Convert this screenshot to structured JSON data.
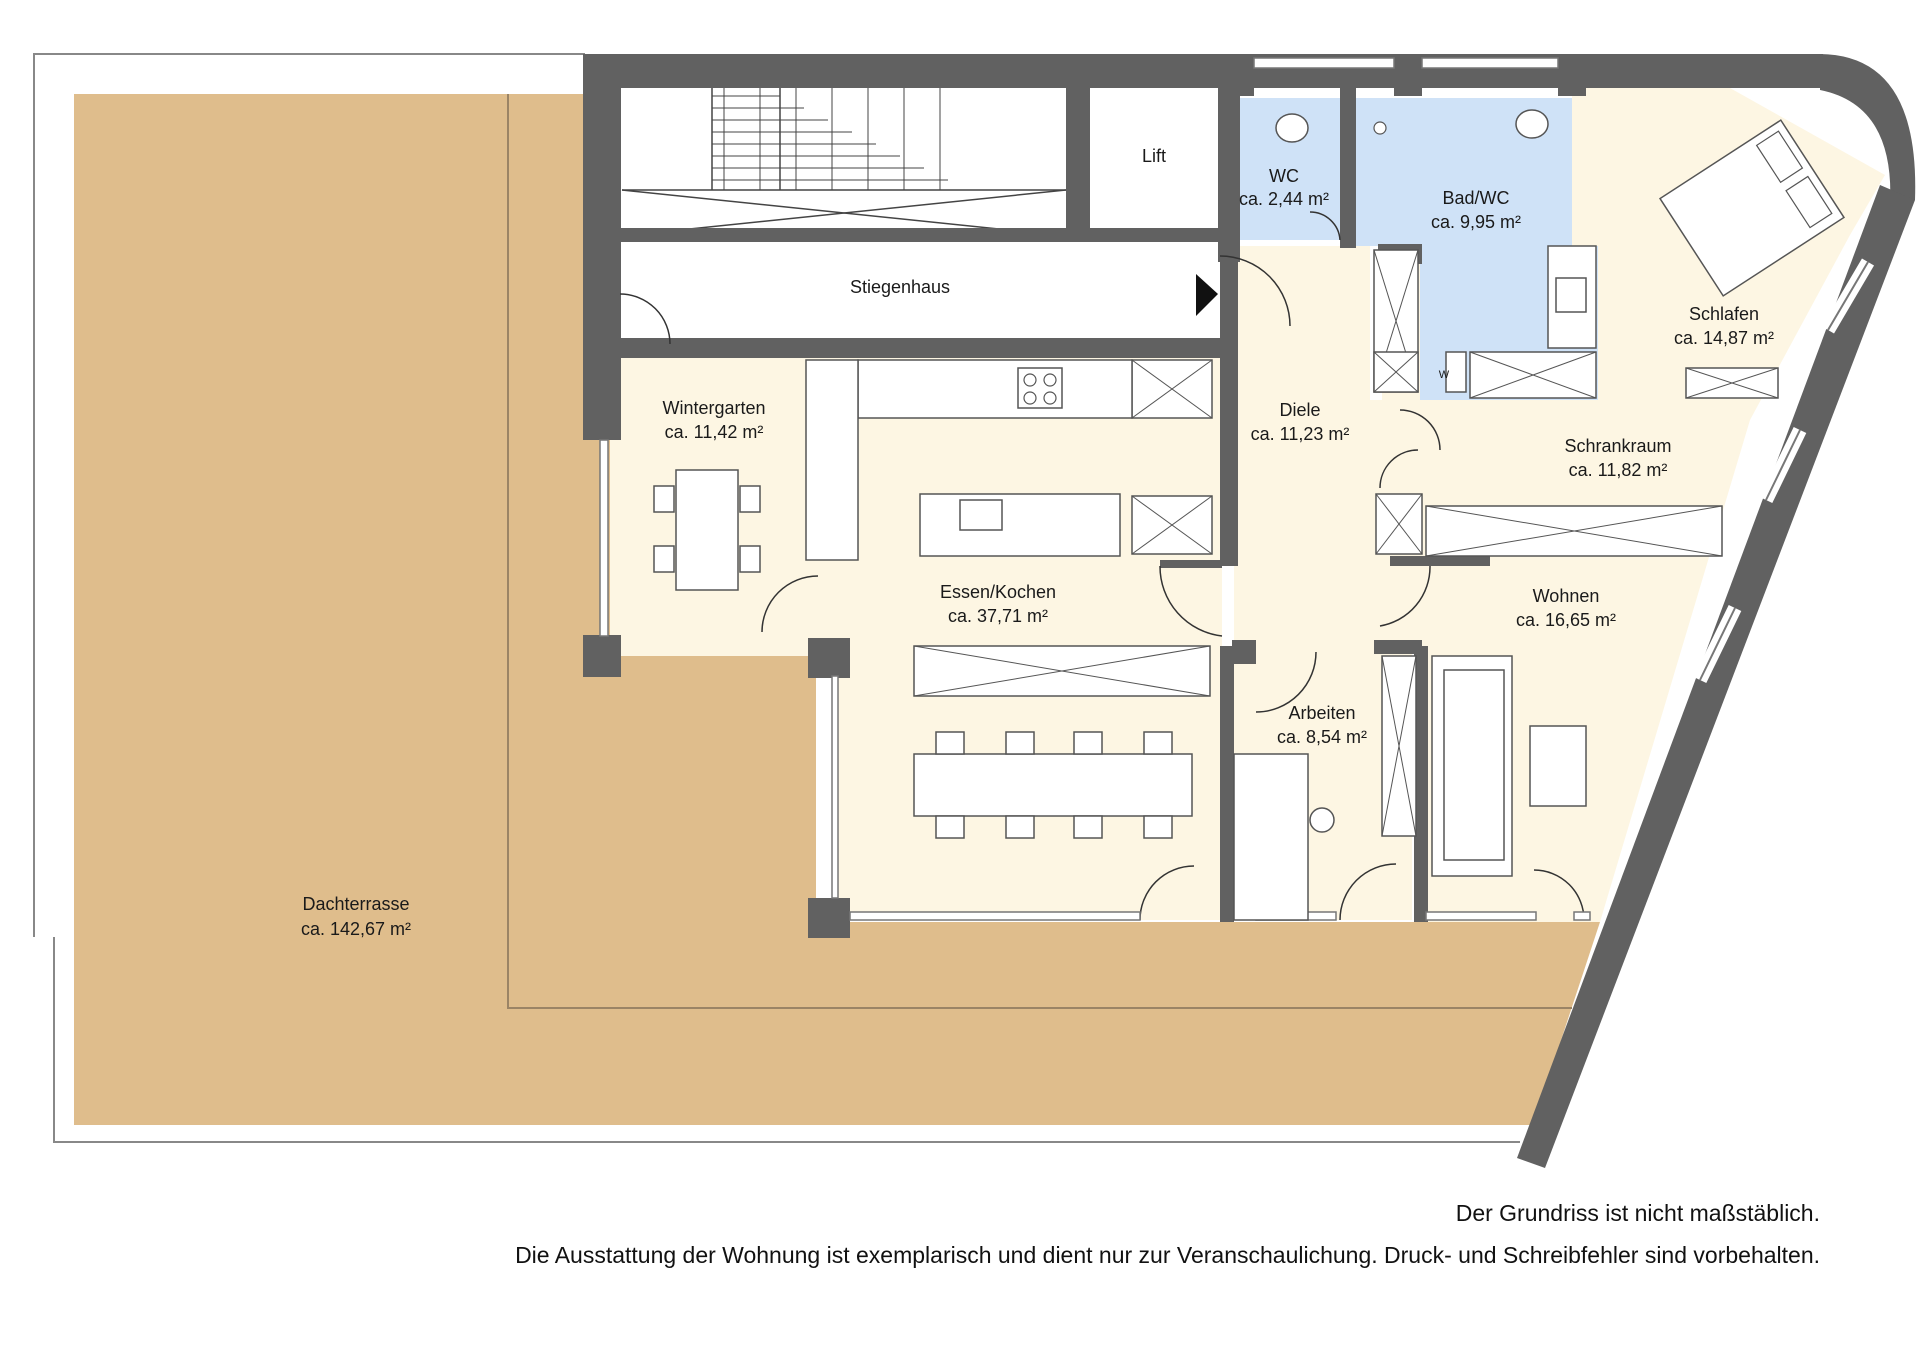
{
  "colors": {
    "terrace": "#dfbd8c",
    "room": "#fdf6e3",
    "bath": "#cfe2f7",
    "wall": "#616161",
    "line": "#6e6e6e"
  },
  "rooms": {
    "terrace": {
      "name": "Dachterrasse",
      "area": "ca. 142,67 m²"
    },
    "stair": {
      "name": "Stiegenhaus"
    },
    "lift": {
      "name": "Lift"
    },
    "wc": {
      "name": "WC",
      "area": "ca. 2,44 m²"
    },
    "bath": {
      "name": "Bad/WC",
      "area": "ca. 9,95 m²"
    },
    "bedroom": {
      "name": "Schlafen",
      "area": "ca. 14,87 m²"
    },
    "winter": {
      "name": "Wintergarten",
      "area": "ca. 11,42 m²"
    },
    "hall": {
      "name": "Diele",
      "area": "ca. 11,23 m²"
    },
    "wardrobe": {
      "name": "Schrankraum",
      "area": "ca. 11,82 m²"
    },
    "kitchen": {
      "name": "Essen/Kochen",
      "area": "ca. 37,71 m²"
    },
    "living": {
      "name": "Wohnen",
      "area": "ca. 16,65 m²"
    },
    "office": {
      "name": "Arbeiten",
      "area": "ca. 8,54 m²"
    }
  },
  "washer_label": "W",
  "notes": {
    "scale": "Der Grundriss ist nicht maßstäblich.",
    "disclaimer": "Die Ausstattung der Wohnung ist exemplarisch und dient nur zur Veranschaulichung. Druck- und Schreibfehler sind vorbehalten."
  }
}
